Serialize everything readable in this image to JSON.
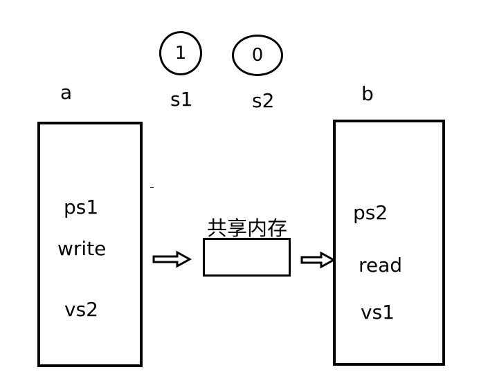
{
  "semaphores": [
    {
      "name": "s1",
      "value": "1"
    },
    {
      "name": "s2",
      "value": "0"
    }
  ],
  "process_a": {
    "name": "a",
    "lines": [
      "ps1",
      "write",
      "vs2"
    ]
  },
  "process_b": {
    "name": "b",
    "lines": [
      "ps2",
      "read",
      "vs1"
    ]
  },
  "shared_memory": {
    "label": "共享内存"
  }
}
